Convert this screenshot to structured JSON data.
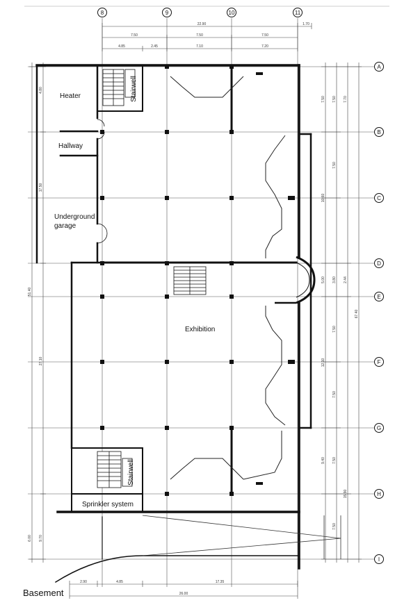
{
  "caption": "Basement",
  "rooms": {
    "heater": "Heater",
    "hallway": "Hallway",
    "garage_line1": "Underground",
    "garage_line2": "garage",
    "exhibition": "Exhibition",
    "sprinkler": "Sprinkler system",
    "stairwell_top": "Stairwell",
    "stairwell_bottom": "Stairwell"
  },
  "column_axes": [
    "8",
    "9",
    "10",
    "11"
  ],
  "row_axes": [
    "A",
    "B",
    "C",
    "D",
    "E",
    "F",
    "G",
    "H",
    "I"
  ],
  "dimensions": {
    "top_total": "22.90",
    "top_right": "1.70",
    "top_span_a": "7.50",
    "top_span_b": "7.50",
    "top_span_c": "7.50",
    "top_sub_a": "4.85",
    "top_sub_b": "2.45",
    "top_sub_c": "7.10",
    "top_sub_d": "7.20",
    "bottom_a": "2.90",
    "bottom_b": "4.85",
    "bottom_c": "17.35",
    "bottom_total": "26.00",
    "left_a": "4.80",
    "left_b": "17.50",
    "left_c": "51.40",
    "left_d": "27.10",
    "left_e": "6.00",
    "left_f": "9.70",
    "right_a": "7.50",
    "right_b": "7.50",
    "right_c": "7.70",
    "right_d": "7.50",
    "right_e": "10.60",
    "right_f": "5.00",
    "right_g": "3.80",
    "right_h": "2.44",
    "right_i": "7.50",
    "right_j": "12.10",
    "right_k": "7.50",
    "right_l": "9.40",
    "right_m": "7.50",
    "right_n": "15.90",
    "right_o": "67.40",
    "right_p": "7.50"
  }
}
